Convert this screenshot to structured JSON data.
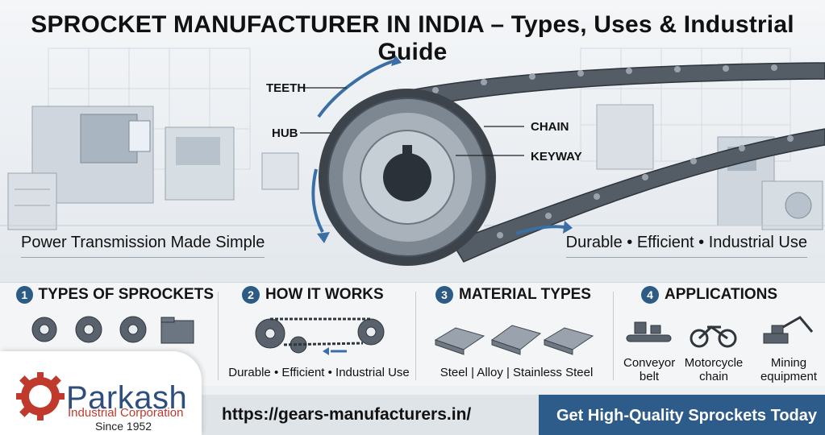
{
  "title": "SPROCKET MANUFACTURER IN INDIA – Types, Uses & Industrial Guide",
  "hero": {
    "left_tagline": "Power Transmission Made Simple",
    "right_tagline": "Durable • Efficient • Industrial Use",
    "callouts": {
      "teeth": "TEETH",
      "hub": "HUB",
      "chain": "CHAIN",
      "keyway": "KEYWAY"
    }
  },
  "sections": [
    {
      "number": "1",
      "title": "TYPES OF SPROCKETS"
    },
    {
      "number": "2",
      "title": "HOW IT WORKS",
      "caption": "Durable • Efficient • Industrial Use"
    },
    {
      "number": "3",
      "title": "MATERIAL TYPES",
      "caption": "Steel | Alloy | Stainless Steel"
    },
    {
      "number": "4",
      "title": "APPLICATIONS",
      "items": [
        {
          "line1": "Conveyor",
          "line2": "belt"
        },
        {
          "line1": "Motorcycle",
          "line2": "chain"
        },
        {
          "line1": "Mining",
          "line2": "equipment"
        }
      ]
    }
  ],
  "footer": {
    "brand": "Parkash",
    "subtitle": "Industrial Corporation",
    "since": "Since 1952",
    "url": "https://gears-manufacturers.in/",
    "cta": "Get High-Quality Sprockets Today"
  },
  "colors": {
    "accent_blue": "#2d5b8a",
    "brand_red": "#bf3a2d",
    "steel": "#7d8792"
  },
  "icons": [
    "gear-icon",
    "folder-icon",
    "steel-bar-icon",
    "conveyor-icon",
    "motorcycle-icon",
    "excavator-icon"
  ]
}
